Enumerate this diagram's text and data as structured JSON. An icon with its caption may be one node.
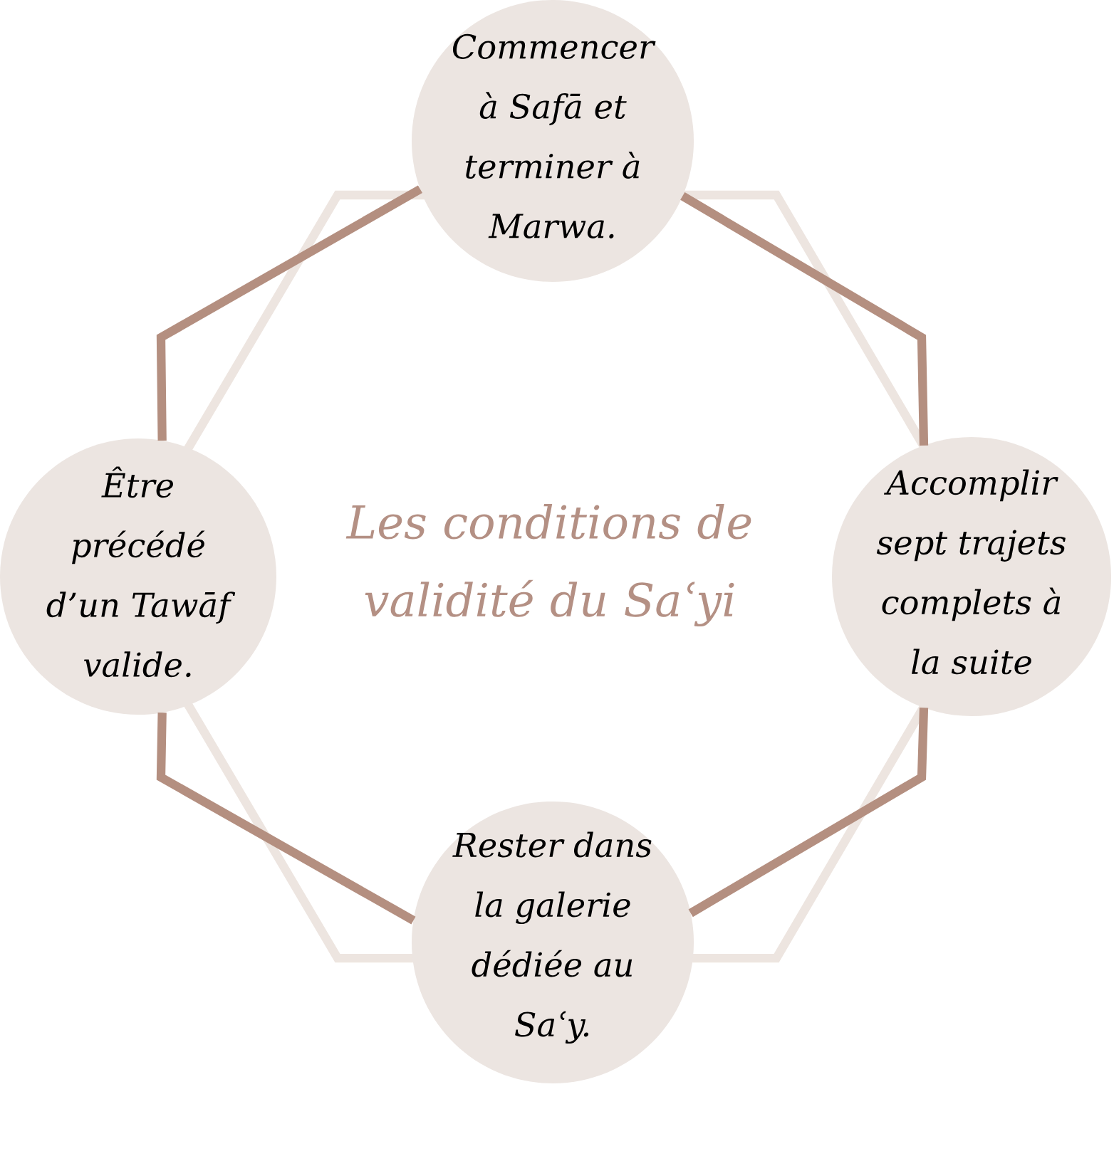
{
  "diagram": {
    "title": "Les conditions de validité du Saʿyi",
    "nodes": [
      {
        "text": [
          "Commencer à Safā et terminer à Marwa."
        ]
      },
      {
        "text": [
          "Être précédé d’un Tawāf valide."
        ]
      },
      {
        "text": [
          "Accomplir sept trajets complets à la suite"
        ]
      },
      {
        "text": [
          "Rester dans la galerie dédiée au Saʿy."
        ]
      }
    ],
    "edges": [
      {
        "from": 0,
        "to": 1,
        "arrow": "none"
      },
      {
        "from": 1,
        "to": 3,
        "arrow": "none"
      },
      {
        "from": 3,
        "to": 2,
        "arrow": "none"
      },
      {
        "from": 2,
        "to": 0,
        "arrow": "none"
      }
    ]
  }
}
